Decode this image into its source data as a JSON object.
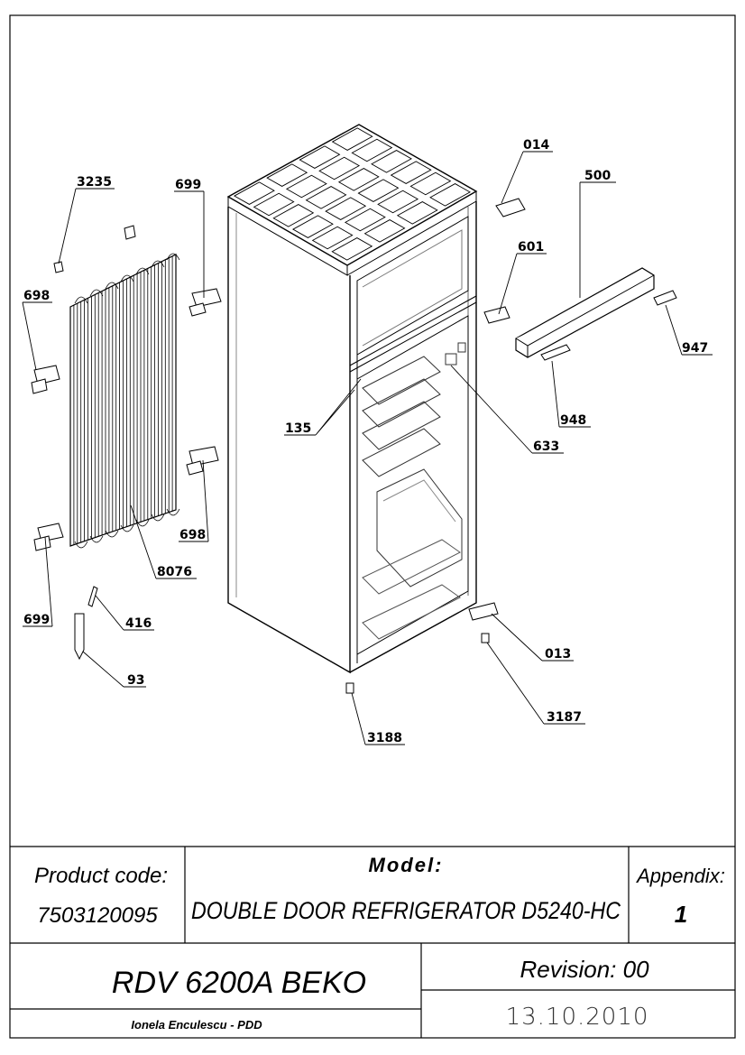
{
  "part_labels": {
    "p014": "014",
    "p500": "500",
    "p601": "601",
    "p947": "947",
    "p948": "948",
    "p633": "633",
    "p135": "135",
    "p3235": "3235",
    "p699a": "699",
    "p698a": "698",
    "p698b": "698",
    "p8076": "8076",
    "p699b": "699",
    "p416": "416",
    "p93": "93",
    "p013": "013",
    "p3187": "3187",
    "p3188": "3188"
  },
  "title_block": {
    "product_code_label": "Product code:",
    "product_code": "7503120095",
    "model_label": "Model:",
    "model_name": "DOUBLE DOOR REFRIGERATOR D5240-HC",
    "appendix_label": "Appendix:",
    "appendix_value": "1",
    "product_name": "RDV 6200A BEKO",
    "revision": "Revision: 00",
    "date": "13.10.2010",
    "author": "Ionela Enculescu - PDD"
  }
}
